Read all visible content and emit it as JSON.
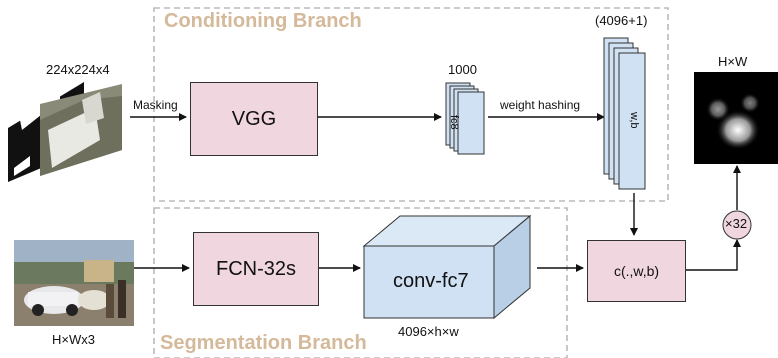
{
  "conditioning_branch": {
    "title": "Conditioning Branch"
  },
  "segmentation_branch": {
    "title": "Segmentation Branch"
  },
  "input_top": {
    "dim_label": "224x224x4",
    "arrow_label": "Masking"
  },
  "vgg": {
    "label": "VGG"
  },
  "fc8": {
    "count_label": "1000",
    "label": "fc8"
  },
  "weight_hashing": {
    "label": "weight hashing"
  },
  "wb": {
    "count_label": "(4096+1)",
    "label": "w,b"
  },
  "output": {
    "label": "H×W"
  },
  "input_bottom": {
    "dim_label": "H×Wx3"
  },
  "fcn": {
    "label": "FCN-32s"
  },
  "convfc7": {
    "label": "conv-fc7",
    "dim_label": "4096×h×w"
  },
  "cfunc": {
    "label": "c(.,w,b)"
  },
  "upsample": {
    "label": "×32"
  },
  "colors": {
    "branch_title": "#d4b99a",
    "box_pink": "#f0d6df",
    "box_blue": "#cfe1f3",
    "dashed": "#bbbbbb"
  }
}
